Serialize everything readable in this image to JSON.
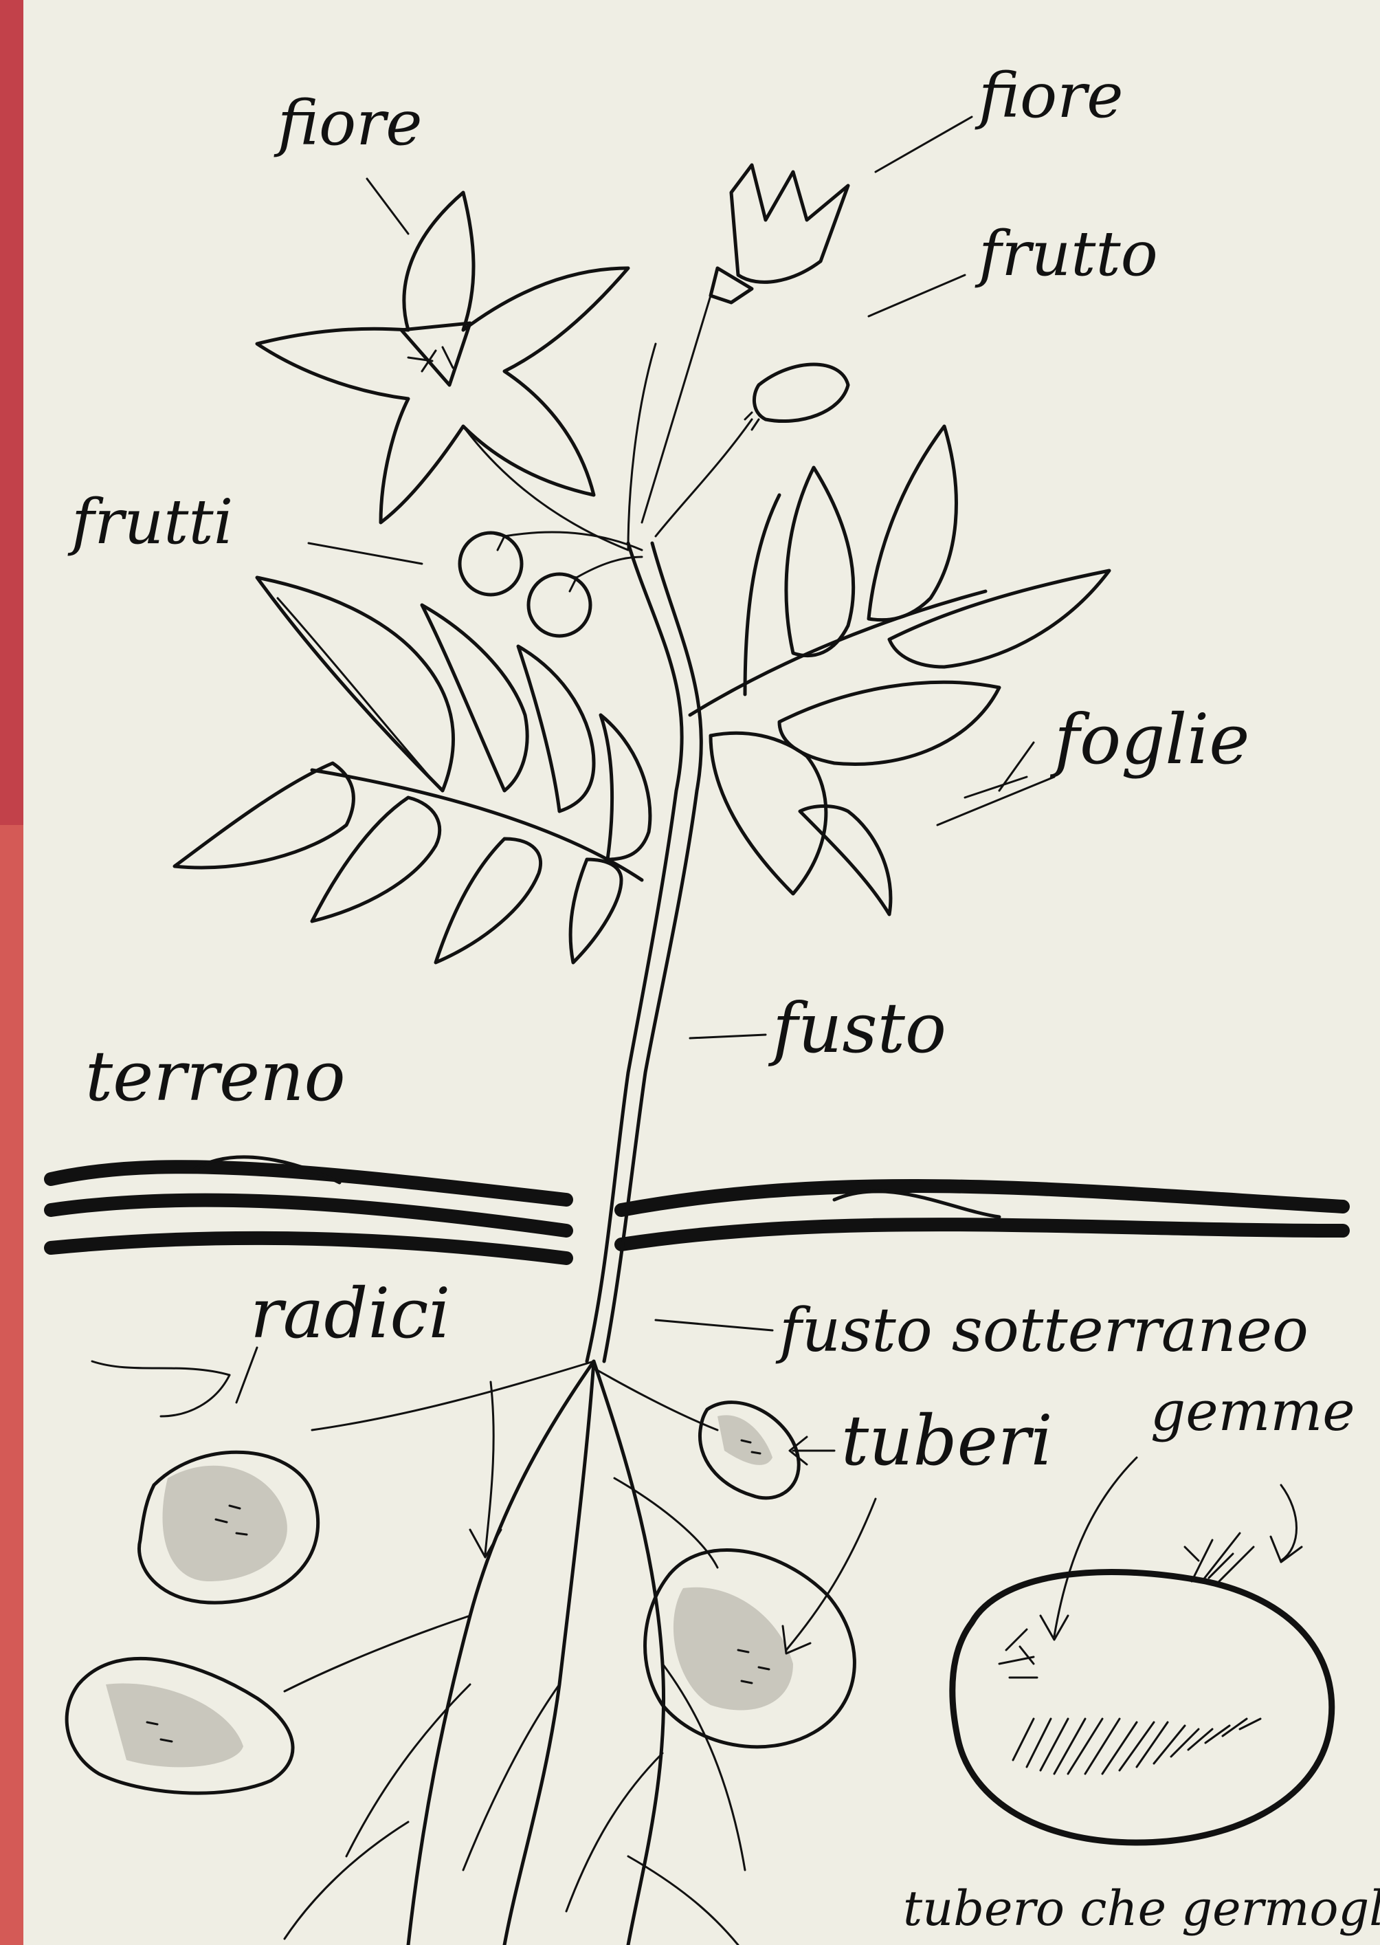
{
  "labels": {
    "flower_left": "fiore",
    "flower_right": "fiore",
    "fruit_single": "frutto",
    "fruits": "frutti",
    "leaves": "foglie",
    "stem": "fusto",
    "soil": "terreno",
    "roots": "radici",
    "underground_stem": "fusto sotterraneo",
    "tubers": "tuberi",
    "buds": "gemme",
    "sprouting_tuber": "tubero che germoglia"
  },
  "colors": {
    "paper": "#efeee4",
    "ink": "#111111",
    "side_strip": "#d45a56"
  }
}
